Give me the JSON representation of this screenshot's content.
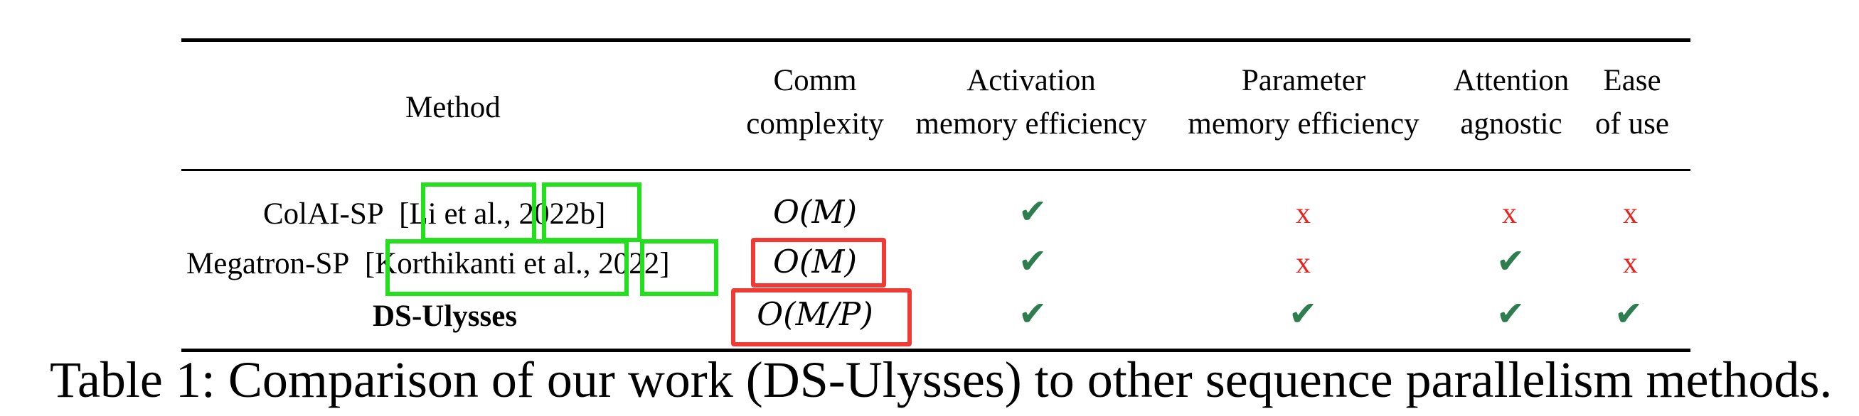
{
  "table": {
    "headers": {
      "method": "Method",
      "comm": [
        "Comm",
        "complexity"
      ],
      "activation": [
        "Activation",
        "memory efficiency"
      ],
      "parameter": [
        "Parameter",
        "memory efficiency"
      ],
      "attention": [
        "Attention",
        "agnostic"
      ],
      "ease": [
        "Ease",
        "of use"
      ]
    },
    "rows": [
      {
        "method": "ColAI-SP",
        "cite_open": "[",
        "cite_author": "Li et al.",
        "cite_sep": ",",
        "cite_year": "2022b",
        "cite_close": "]",
        "comm": "O(M)",
        "activation": "check",
        "parameter": "cross",
        "attention": "cross",
        "ease": "cross"
      },
      {
        "method": "Megatron-SP",
        "cite_open": "[",
        "cite_author": "Korthikanti et al.",
        "cite_sep": ",",
        "cite_year": "2022",
        "cite_close": "]",
        "comm": "O(M)",
        "activation": "check",
        "parameter": "cross",
        "attention": "check",
        "ease": "cross"
      },
      {
        "method": "DS-Ulysses",
        "comm": "O(M/P)",
        "activation": "check",
        "parameter": "check",
        "attention": "check",
        "ease": "check"
      }
    ],
    "symbols": {
      "check": "✔",
      "cross": "x"
    }
  },
  "caption": "Table 1: Comparison of our work (DS-Ulysses) to other sequence parallelism methods.",
  "colors": {
    "check": "#2e7d4f",
    "cross": "#e8231f",
    "highlight_green": "#22e01c",
    "highlight_red": "#ef3b33"
  }
}
